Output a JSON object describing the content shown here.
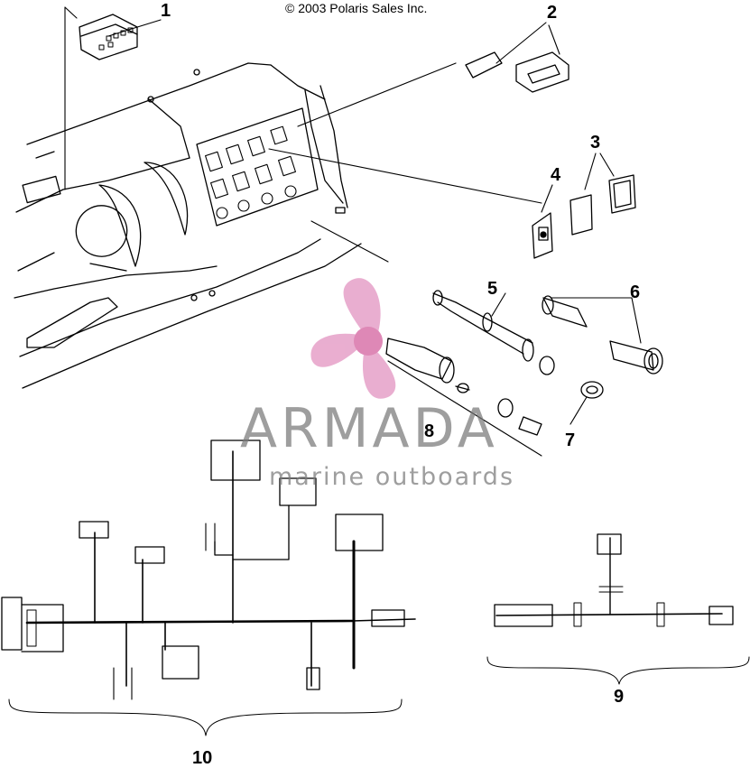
{
  "copyright": "© 2003 Polaris Sales Inc.",
  "callouts": [
    "1",
    "2",
    "3",
    "4",
    "5",
    "6",
    "7",
    "8",
    "9",
    "10"
  ],
  "watermark": {
    "brand": "ARMADA",
    "tagline": "marine outboards",
    "logo_color": "#e6a0c8"
  }
}
